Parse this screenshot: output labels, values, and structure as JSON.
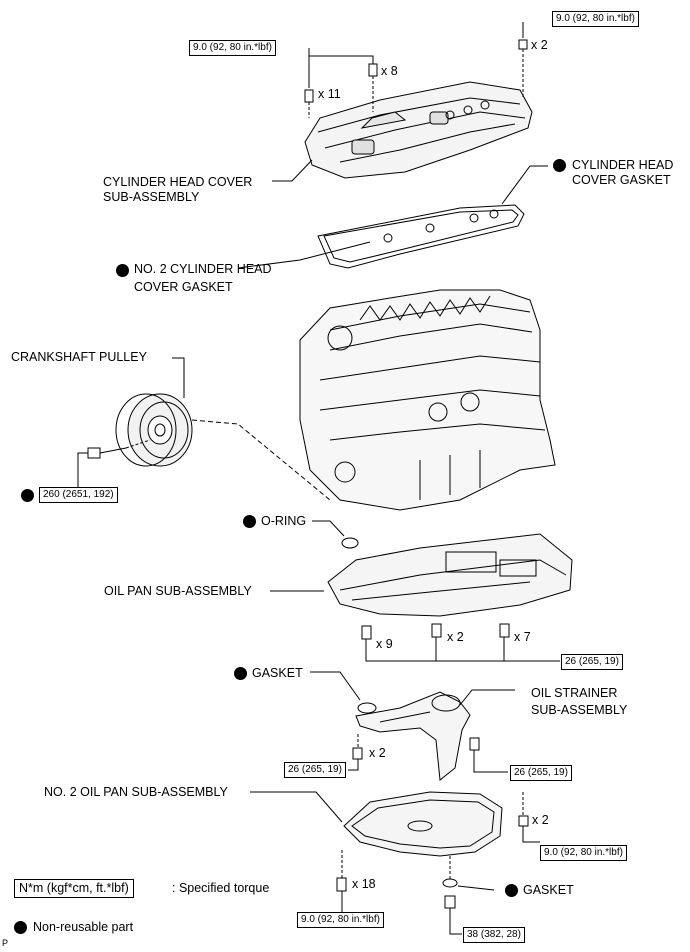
{
  "parts": {
    "cylinder_head_cover": "CYLINDER HEAD COVER",
    "cylinder_head_cover_2": "SUB-ASSEMBLY",
    "cylinder_head_cover_gasket_1": "CYLINDER HEAD",
    "cylinder_head_cover_gasket_2": "COVER GASKET",
    "no2_head_cover_gasket_1": "NO. 2 CYLINDER HEAD",
    "no2_head_cover_gasket_2": "COVER GASKET",
    "crankshaft_pulley": "CRANKSHAFT PULLEY",
    "o_ring": "O-RING",
    "oil_pan": "OIL PAN SUB-ASSEMBLY",
    "gasket_1": "GASKET",
    "oil_strainer_1": "OIL STRAINER",
    "oil_strainer_2": "SUB-ASSEMBLY",
    "no2_oil_pan": "NO. 2 OIL PAN SUB-ASSEMBLY",
    "gasket_2": "GASKET"
  },
  "torques": {
    "t_cover_left": "9.0 (92, 80 in.*lbf)",
    "t_cover_right": "9.0 (92, 80 in.*lbf)",
    "t_pulley": "260 (2651, 192)",
    "t_oil_pan": "26 (265, 19)",
    "t_strainer_left": "26 (265, 19)",
    "t_strainer_right": "26 (265, 19)",
    "t_no2_pan_right": "9.0 (92, 80 in.*lbf)",
    "t_no2_pan_bottom": "9.0 (92, 80 in.*lbf)",
    "t_drain": "38 (382, 28)"
  },
  "quantities": {
    "q_11": "x 11",
    "q_8": "x 8",
    "q_2_cover": "x 2",
    "q_9": "x 9",
    "q_2_pan": "x 2",
    "q_7": "x 7",
    "q_2_strainer": "x 2",
    "q_2_no2pan": "x 2",
    "q_18": "x 18"
  },
  "legend": {
    "torque_units": "N*m (kgf*cm, ft.*lbf)",
    "torque_desc": ": Specified torque",
    "nonreusable": "Non-reusable part"
  },
  "corner_mark": "P"
}
